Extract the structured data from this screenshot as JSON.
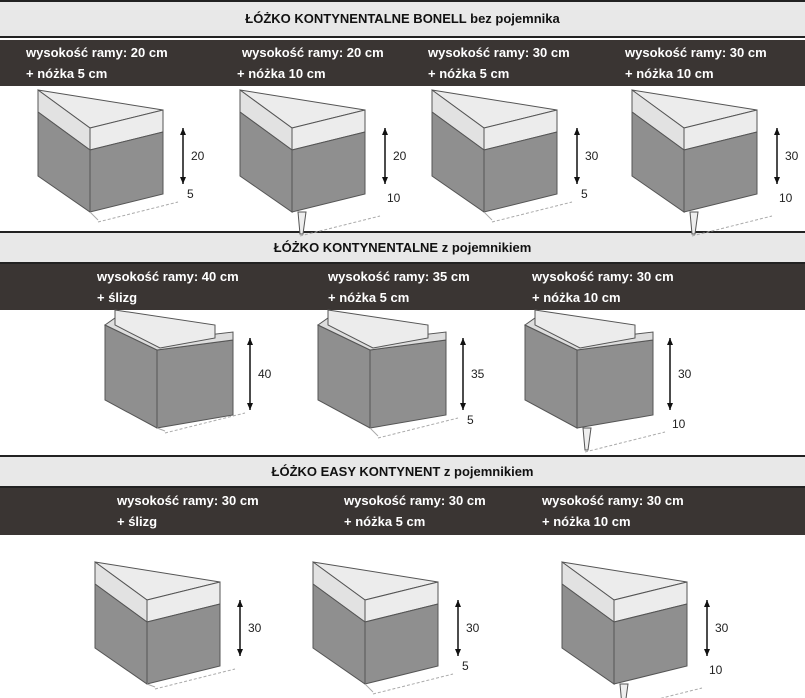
{
  "sections": [
    {
      "title": "ŁÓŻKO KONTYNENTALNE BONELL bez pojemnika",
      "type": "bonell",
      "items": [
        {
          "line1": "wysokość ramy: 20 cm",
          "line2": "+ nóżka 5 cm",
          "dim": "20",
          "base": "5"
        },
        {
          "line1": "wysokość ramy: 20 cm",
          "line2": "+ nóżka 10 cm",
          "dim": "20",
          "base": "10"
        },
        {
          "line1": "wysokość ramy: 30 cm",
          "line2": "+ nóżka 5 cm",
          "dim": "30",
          "base": "5"
        },
        {
          "line1": "wysokość ramy: 30 cm",
          "line2": "+ nóżka 10 cm",
          "dim": "30",
          "base": "10"
        }
      ]
    },
    {
      "title": "ŁÓŻKO KONTYNENTALNE z pojemnikiem",
      "type": "storage",
      "items": [
        {
          "line1": "wysokość ramy: 40 cm",
          "line2": "+ ślizg",
          "dim": "40",
          "base": ""
        },
        {
          "line1": "wysokość ramy: 35 cm",
          "line2": "+ nóżka 5 cm",
          "dim": "35",
          "base": "5"
        },
        {
          "line1": "wysokość ramy: 30 cm",
          "line2": "+ nóżka 10 cm",
          "dim": "30",
          "base": "10"
        }
      ]
    },
    {
      "title": "ŁÓŻKO EASY KONTYNENT z pojemnikiem",
      "type": "easy",
      "items": [
        {
          "line1": "wysokość ramy: 30 cm",
          "line2": "+ ślizg",
          "dim": "30",
          "base": ""
        },
        {
          "line1": "wysokość ramy: 30 cm",
          "line2": "+ nóżka 5 cm",
          "dim": "30",
          "base": "5"
        },
        {
          "line1": "wysokość ramy: 30 cm",
          "line2": "+ nóżka 10 cm",
          "dim": "30",
          "base": "10"
        }
      ]
    }
  ],
  "colors": {
    "dark_bar": "#3a3533",
    "title_bar": "#e8e8e8",
    "frame": "#8f8f8f",
    "mattress": "#ececec"
  }
}
